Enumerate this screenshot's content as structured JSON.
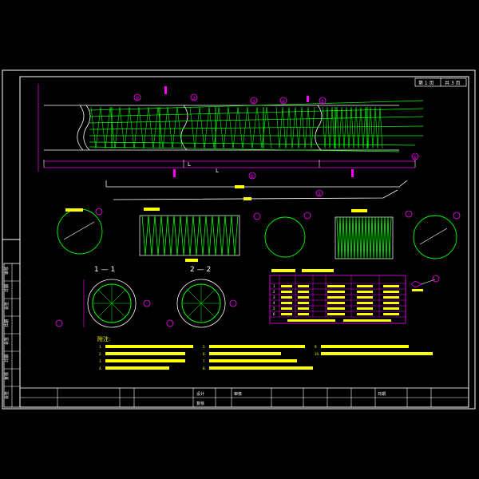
{
  "sheet": {
    "page_label": "第 1 页",
    "total_label": "共 3 页"
  },
  "section_labels": {
    "s1": "1 — 1",
    "s2": "2 — 2"
  },
  "elevation": {
    "dim_L": "L",
    "dim_top_mark": "L"
  },
  "callouts": [
    "①",
    "②",
    "③",
    "④",
    "⑤",
    "⑥"
  ],
  "notes": {
    "title": "附注:",
    "lines_col1": [
      "1. ",
      "2. ",
      "3. ",
      "4. "
    ],
    "lines_col2": [
      "5. ",
      "6. ",
      "7. ",
      "8. "
    ],
    "lines_col3": [
      "9. ",
      "10. "
    ]
  },
  "table": {
    "caption": "",
    "headers": [
      "",
      "",
      "",
      "",
      "",
      ""
    ],
    "rows": [
      [
        "1",
        "",
        "",
        "",
        "",
        ""
      ],
      [
        "2",
        "",
        "",
        "",
        "",
        ""
      ],
      [
        "3",
        "",
        "",
        "",
        "",
        ""
      ],
      [
        "4",
        "",
        "",
        "",
        "",
        ""
      ],
      [
        "5",
        "",
        "",
        "",
        "",
        ""
      ],
      [
        "6",
        "",
        "",
        "",
        "",
        ""
      ]
    ]
  },
  "left_strip": {
    "labels": [
      "审核",
      "日期",
      "会签",
      "日期",
      "会签",
      "日期",
      "复核",
      "会签"
    ]
  },
  "title_block": {
    "design_item": "设计",
    "review_item": "复核",
    "check_item": "审核",
    "date_label": "日期"
  },
  "colors": {
    "frame": "#ffffff",
    "rebar": "#00ff00",
    "label": "#ff00ff",
    "note": "#ffff00",
    "outline": "#ffffff"
  }
}
